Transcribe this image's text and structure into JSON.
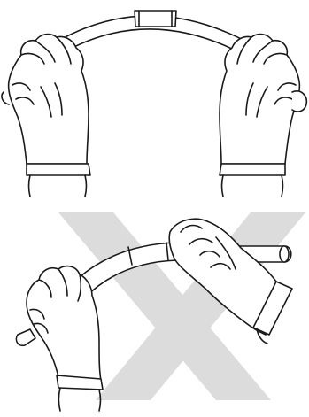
{
  "figure": {
    "panels": [
      {
        "id": "correct",
        "description_hidden": true
      },
      {
        "id": "incorrect",
        "marker": "x-mark"
      }
    ]
  },
  "colors": {
    "line": "#1a1a1a",
    "fill": "#ffffff",
    "x_mark": "#dcdcdc"
  },
  "icons": {
    "x_mark": "x-mark-icon"
  }
}
